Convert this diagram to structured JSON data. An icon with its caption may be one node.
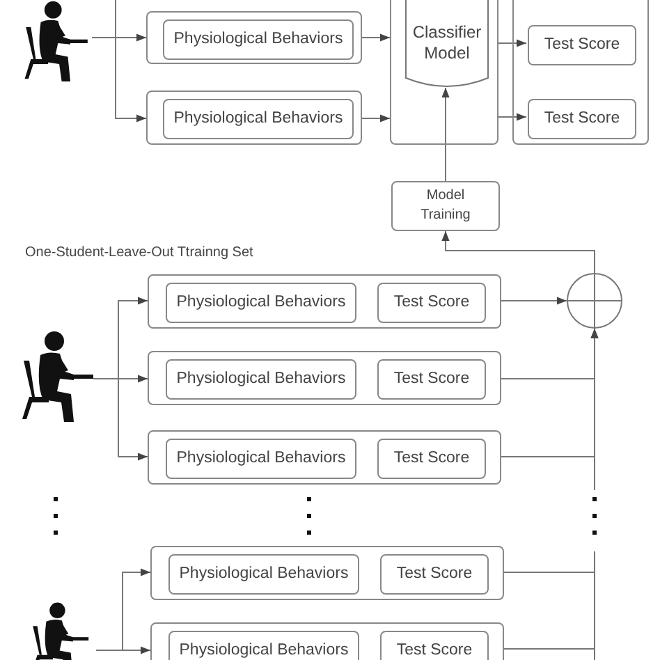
{
  "diagram": {
    "nodes": [
      {
        "text": [],
        "shape": "person"
      },
      {
        "text": [],
        "shape": "box"
      },
      {
        "text": [
          "Physiological Behaviors"
        ],
        "in": 1
      },
      {
        "text": [],
        "shape": "box"
      },
      {
        "text": [
          "Physiological Behaviors"
        ],
        "in": 3
      },
      {
        "text": [],
        "shape": "box"
      },
      {
        "text": [
          "Classifier Model"
        ],
        "in": 5
      },
      {
        "text": [],
        "shape": "box"
      },
      {
        "text": [
          "Test Score"
        ],
        "in": 7
      },
      {
        "text": [
          "Test Score"
        ],
        "in": 7
      },
      {
        "text": [
          "Model Training"
        ]
      },
      {
        "text": [],
        "shape": "circle"
      },
      {
        "text": [],
        "shape": "person"
      },
      {
        "text": [],
        "shape": "box"
      },
      {
        "text": [
          "Physiological Behaviors"
        ],
        "in": 13
      },
      {
        "text": [
          "Test Score"
        ],
        "in": 13
      },
      {
        "text": [],
        "shape": "box"
      },
      {
        "text": [
          "Physiological Behaviors"
        ],
        "in": 16
      },
      {
        "text": [
          "Test Score"
        ],
        "in": 16
      },
      {
        "text": [],
        "shape": "box"
      },
      {
        "text": [
          "Physiological Behaviors"
        ],
        "in": 19
      },
      {
        "text": [
          "Test Score"
        ],
        "in": 19
      },
      {
        "text": [],
        "shape": "person"
      },
      {
        "text": [],
        "shape": "box"
      },
      {
        "text": [
          "Physiological Behaviors"
        ],
        "in": 23
      },
      {
        "text": [
          "Test Score"
        ],
        "in": 23
      },
      {
        "text": [],
        "shape": "box"
      },
      {
        "text": [
          "Physiological Behaviors"
        ],
        "in": 26
      },
      {
        "text": [
          "Test Score"
        ],
        "in": 26
      }
    ],
    "edges": [
      {
        "from": 0,
        "to": 1,
        "arrow": "to"
      },
      {
        "from": 0,
        "to": 3,
        "arrow": "to"
      },
      {
        "from": 1,
        "to": 5,
        "arrow": "to"
      },
      {
        "from": 3,
        "to": 5,
        "arrow": "to"
      },
      {
        "from": 5,
        "to": 8,
        "arrow": "to"
      },
      {
        "from": 5,
        "to": 9,
        "arrow": "to"
      },
      {
        "from": 10,
        "to": 6,
        "arrow": "to"
      },
      {
        "from": 11,
        "to": 10,
        "arrow": "to"
      },
      {
        "from": 12,
        "to": 13,
        "arrow": "to"
      },
      {
        "from": 12,
        "to": 16,
        "arrow": "to"
      },
      {
        "from": 12,
        "to": 19,
        "arrow": "to"
      },
      {
        "from": 13,
        "to": 11,
        "arrow": "to"
      },
      {
        "from": 16,
        "to": 11,
        "arrow": "to"
      },
      {
        "from": 19,
        "to": 11,
        "arrow": "to"
      },
      {
        "from": 22,
        "to": 23,
        "arrow": "to"
      },
      {
        "from": 22,
        "to": 26,
        "arrow": "to"
      },
      {
        "from": 23,
        "to": null,
        "arrow": "none"
      },
      {
        "from": 26,
        "to": null,
        "arrow": "none"
      }
    ],
    "labels": [
      "One-Student-Leave-Out Ttrainng Set"
    ]
  }
}
